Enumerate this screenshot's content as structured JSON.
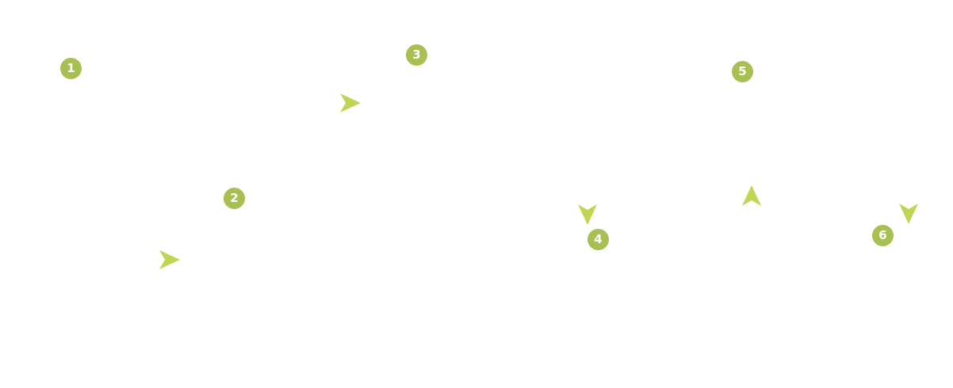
{
  "colors": {
    "marker": "#a8bf52",
    "arrow": "#bfd653",
    "background": "#ffffff"
  },
  "markers": [
    {
      "label": "1"
    },
    {
      "label": "2"
    },
    {
      "label": "3"
    },
    {
      "label": "4"
    },
    {
      "label": "5"
    },
    {
      "label": "6"
    }
  ],
  "arrows": [
    {
      "icon": "arrow-right-icon",
      "direction": "right"
    },
    {
      "icon": "arrow-right-icon",
      "direction": "right"
    },
    {
      "icon": "arrow-down-icon",
      "direction": "down"
    },
    {
      "icon": "arrow-up-icon",
      "direction": "up"
    },
    {
      "icon": "arrow-down-icon",
      "direction": "down"
    }
  ]
}
